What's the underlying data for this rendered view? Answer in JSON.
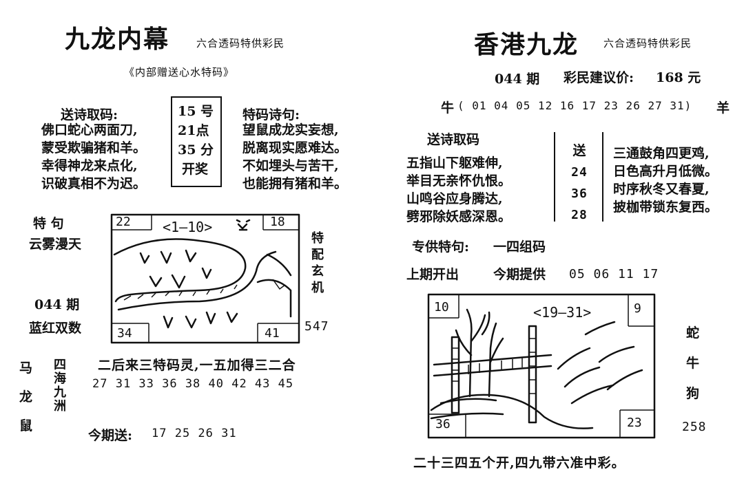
{
  "left": {
    "title": "九龙内幕",
    "tagline": "六合透码特供彩民",
    "subtitle": "《内部赠送心水特码》",
    "poem_heading": "送诗取码:",
    "poem_lines": [
      "佛口蛇心两面刀,",
      "蒙受欺骗猪和羊。",
      "幸得神龙来点化,",
      "识破真相不为迟。"
    ],
    "time_box": [
      "15 号",
      "21点",
      "35 分",
      "开奖"
    ],
    "special_heading": "特码诗句:",
    "special_lines": [
      "望鼠成龙实妄想,",
      "脱离现实愿难达。",
      "不如埋头与苦干,",
      "也能拥有猪和羊。"
    ],
    "tejv_label": "特    句",
    "tejv_text": "云雾漫天",
    "issue": "044 期",
    "color_label": "蓝红双数",
    "pic_tl": "22",
    "pic_tr": "18",
    "pic_bl": "34",
    "pic_br": "41",
    "pic_range": "<1—10>",
    "side_vert": "特配玄机",
    "side_num": "547",
    "animals_vert": [
      "马",
      "龙",
      "鼠"
    ],
    "sihai_vert": "四海九洲",
    "rule_text": "二后来三特码灵,一五加得三二合",
    "numbers": "27  31  33  36  38  40  42  43  45",
    "today_label": "今期送:",
    "today_nums": "17  25  26  31"
  },
  "right": {
    "title": "香港九龙",
    "tagline": "六合透码特供彩民",
    "issue": "044 期",
    "price_label": "彩民建议价:",
    "price": "168 元",
    "ox_label": "牛",
    "ox_nums": "( 01  04  05  12  16  17  23  26  27  31)",
    "sheep_label": "羊",
    "poem_heading": "送诗取码",
    "poem_lines": [
      "五指山下躯难伸,",
      "举目无亲怀仇恨。",
      "山鸣谷应身腾达,",
      "劈邪除妖感深恩。"
    ],
    "send_box": [
      "送",
      "24",
      "36",
      "28"
    ],
    "poem2_lines": [
      "三通鼓角四更鸡,",
      "日色高升月低微。",
      "时序秋冬又春夏,",
      "披枷带锁东复西。"
    ],
    "special_label": "专供特句:",
    "special_value": "一四组码",
    "last_label": "上期开出",
    "this_label": "今期提供",
    "this_nums": "05  06  11  17",
    "pic_tl": "10",
    "pic_tr": "9",
    "pic_bl": "36",
    "pic_br": "23",
    "pic_range": "<19—31>",
    "animals_vert": [
      "蛇",
      "牛",
      "狗"
    ],
    "side_num": "258",
    "bottom_text": "二十三四五个开,四九带六准中彩。"
  }
}
